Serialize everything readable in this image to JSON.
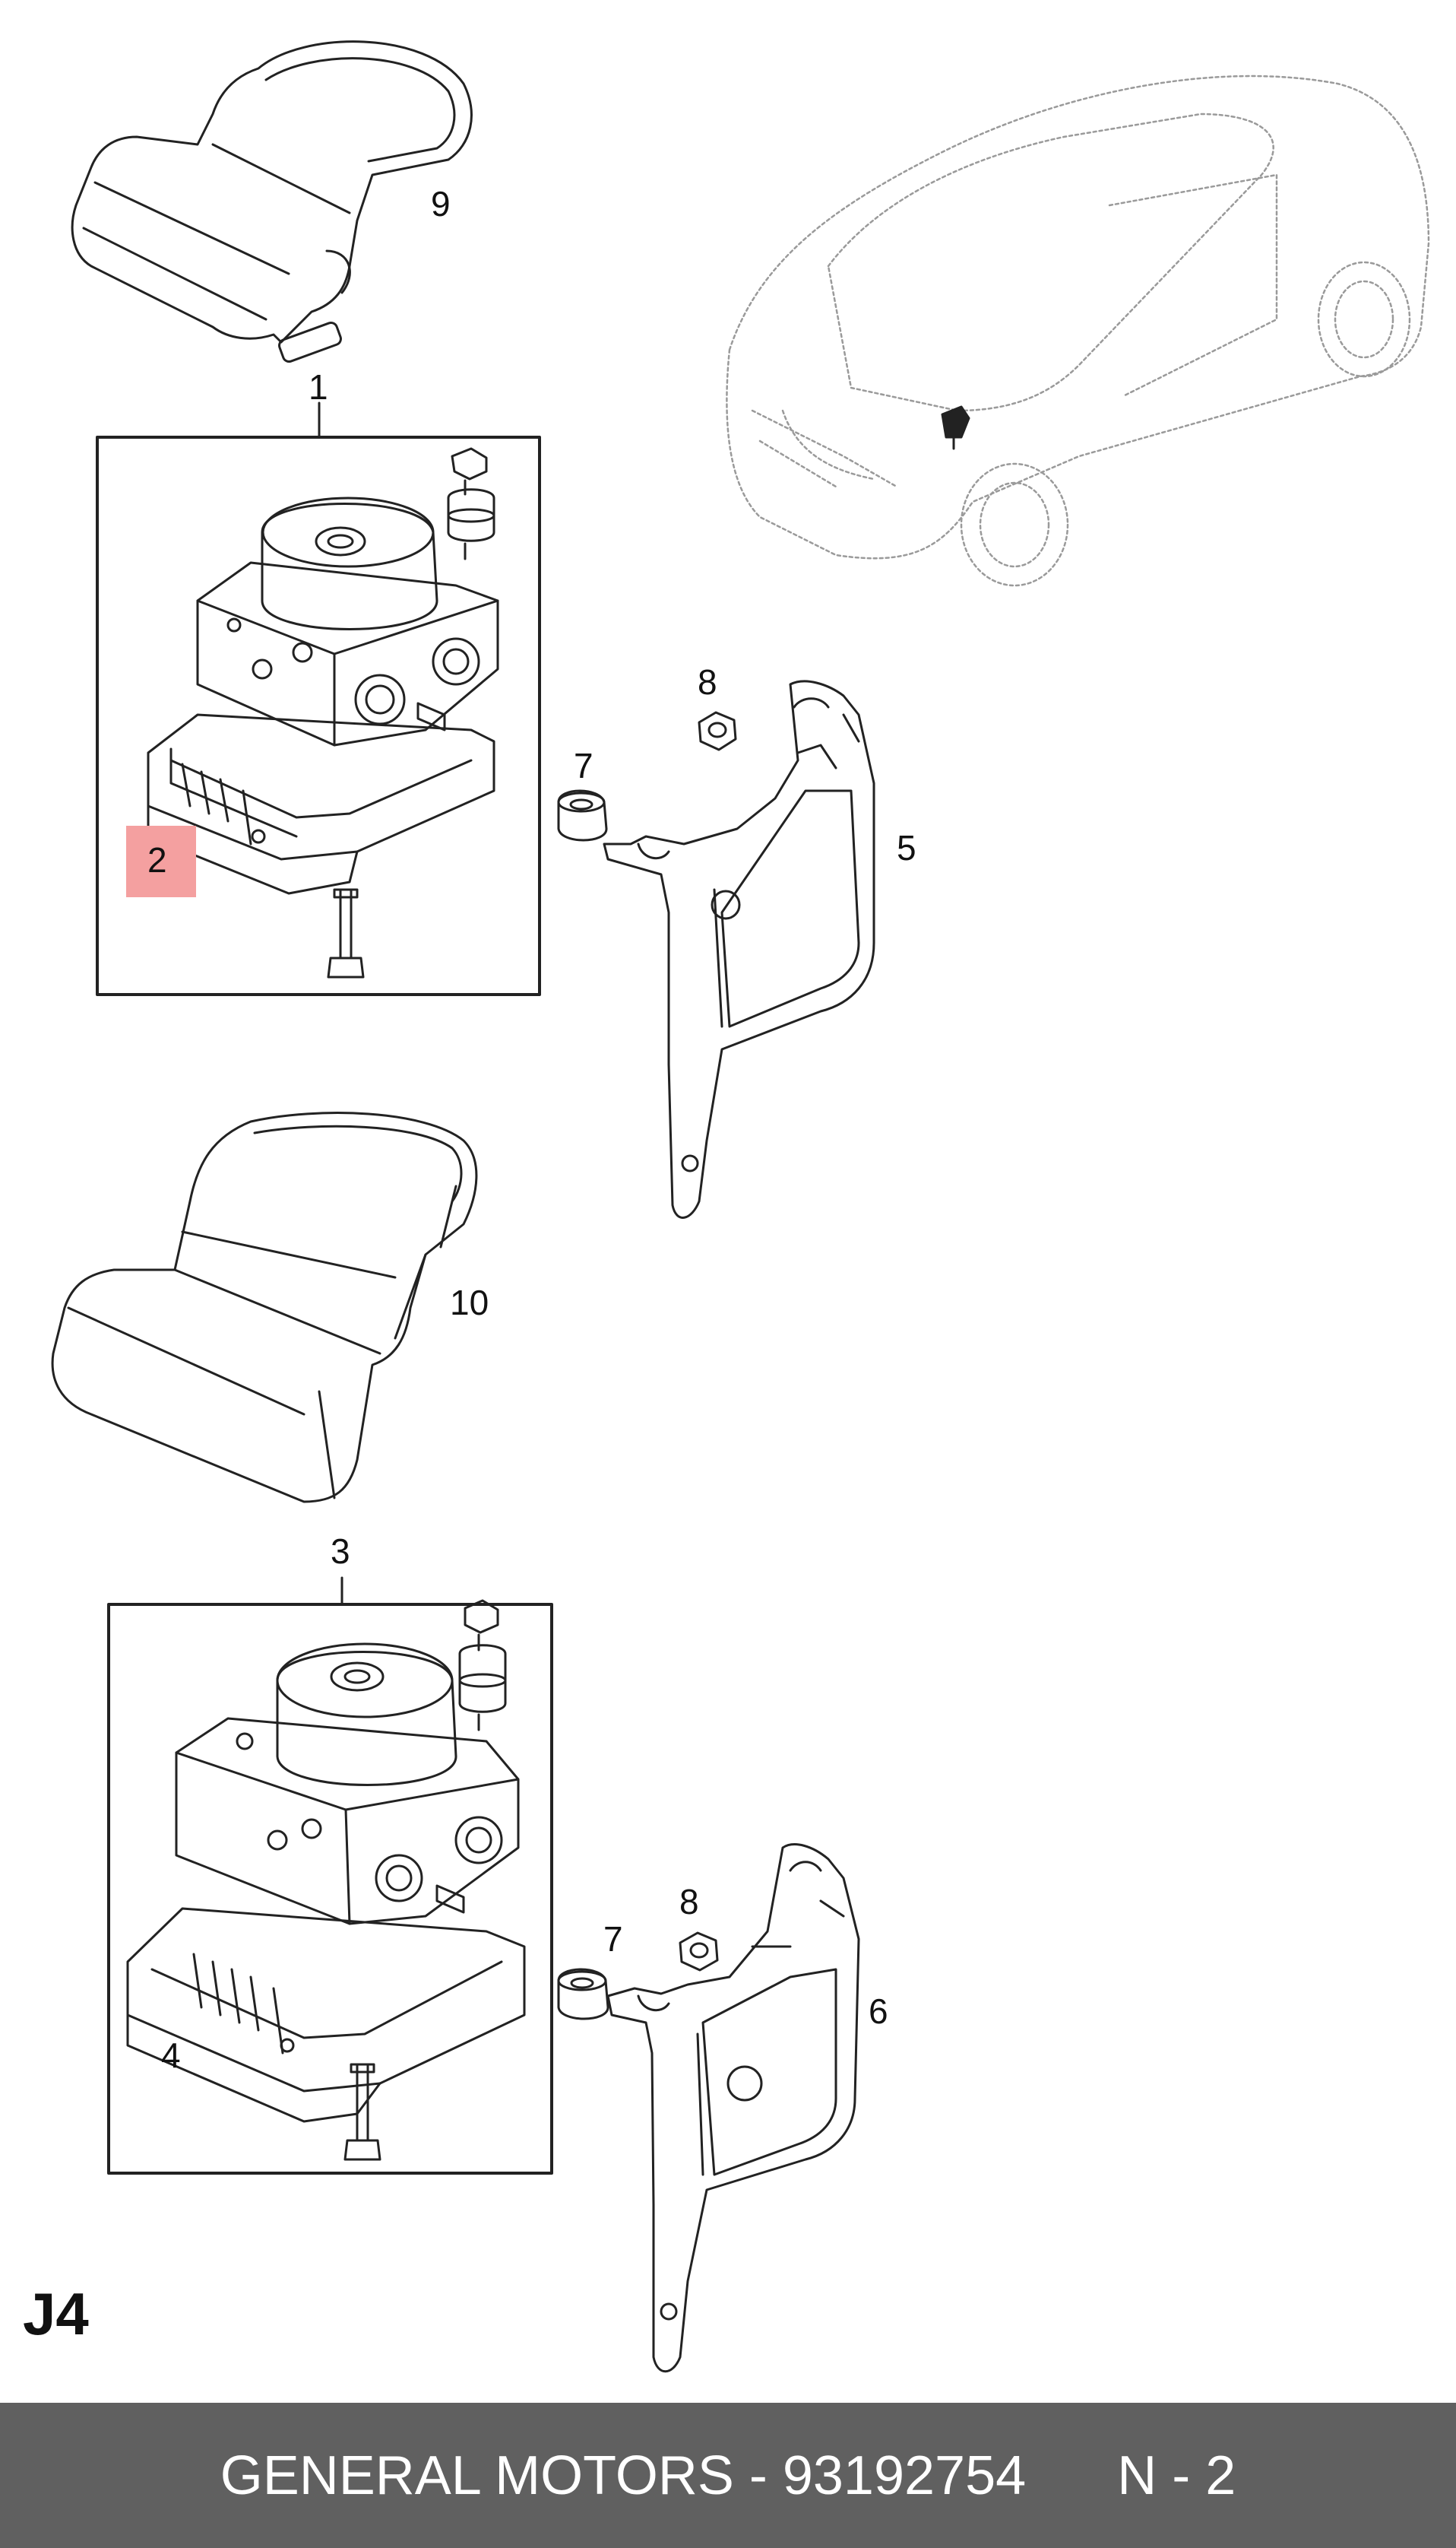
{
  "callouts": {
    "c1": "1",
    "c2": "2",
    "c3": "3",
    "c4": "4",
    "c5": "5",
    "c6": "6",
    "c7a": "7",
    "c7b": "7",
    "c8a": "8",
    "c8b": "8",
    "c9": "9",
    "c10": "10"
  },
  "sheet_code": "J4",
  "footer": {
    "brand_part": "GENERAL MOTORS - 93192754",
    "page_ref": "N - 2"
  },
  "colors": {
    "footer_bg": "#606060",
    "highlight": "#f4a0a0",
    "line": "#222222",
    "car_line": "#9a9a9a"
  },
  "icons": {
    "vehicle": "car-location-icon",
    "abs_unit": "abs-module-icon",
    "cover": "insulation-cover-icon",
    "bracket": "mounting-bracket-icon"
  }
}
